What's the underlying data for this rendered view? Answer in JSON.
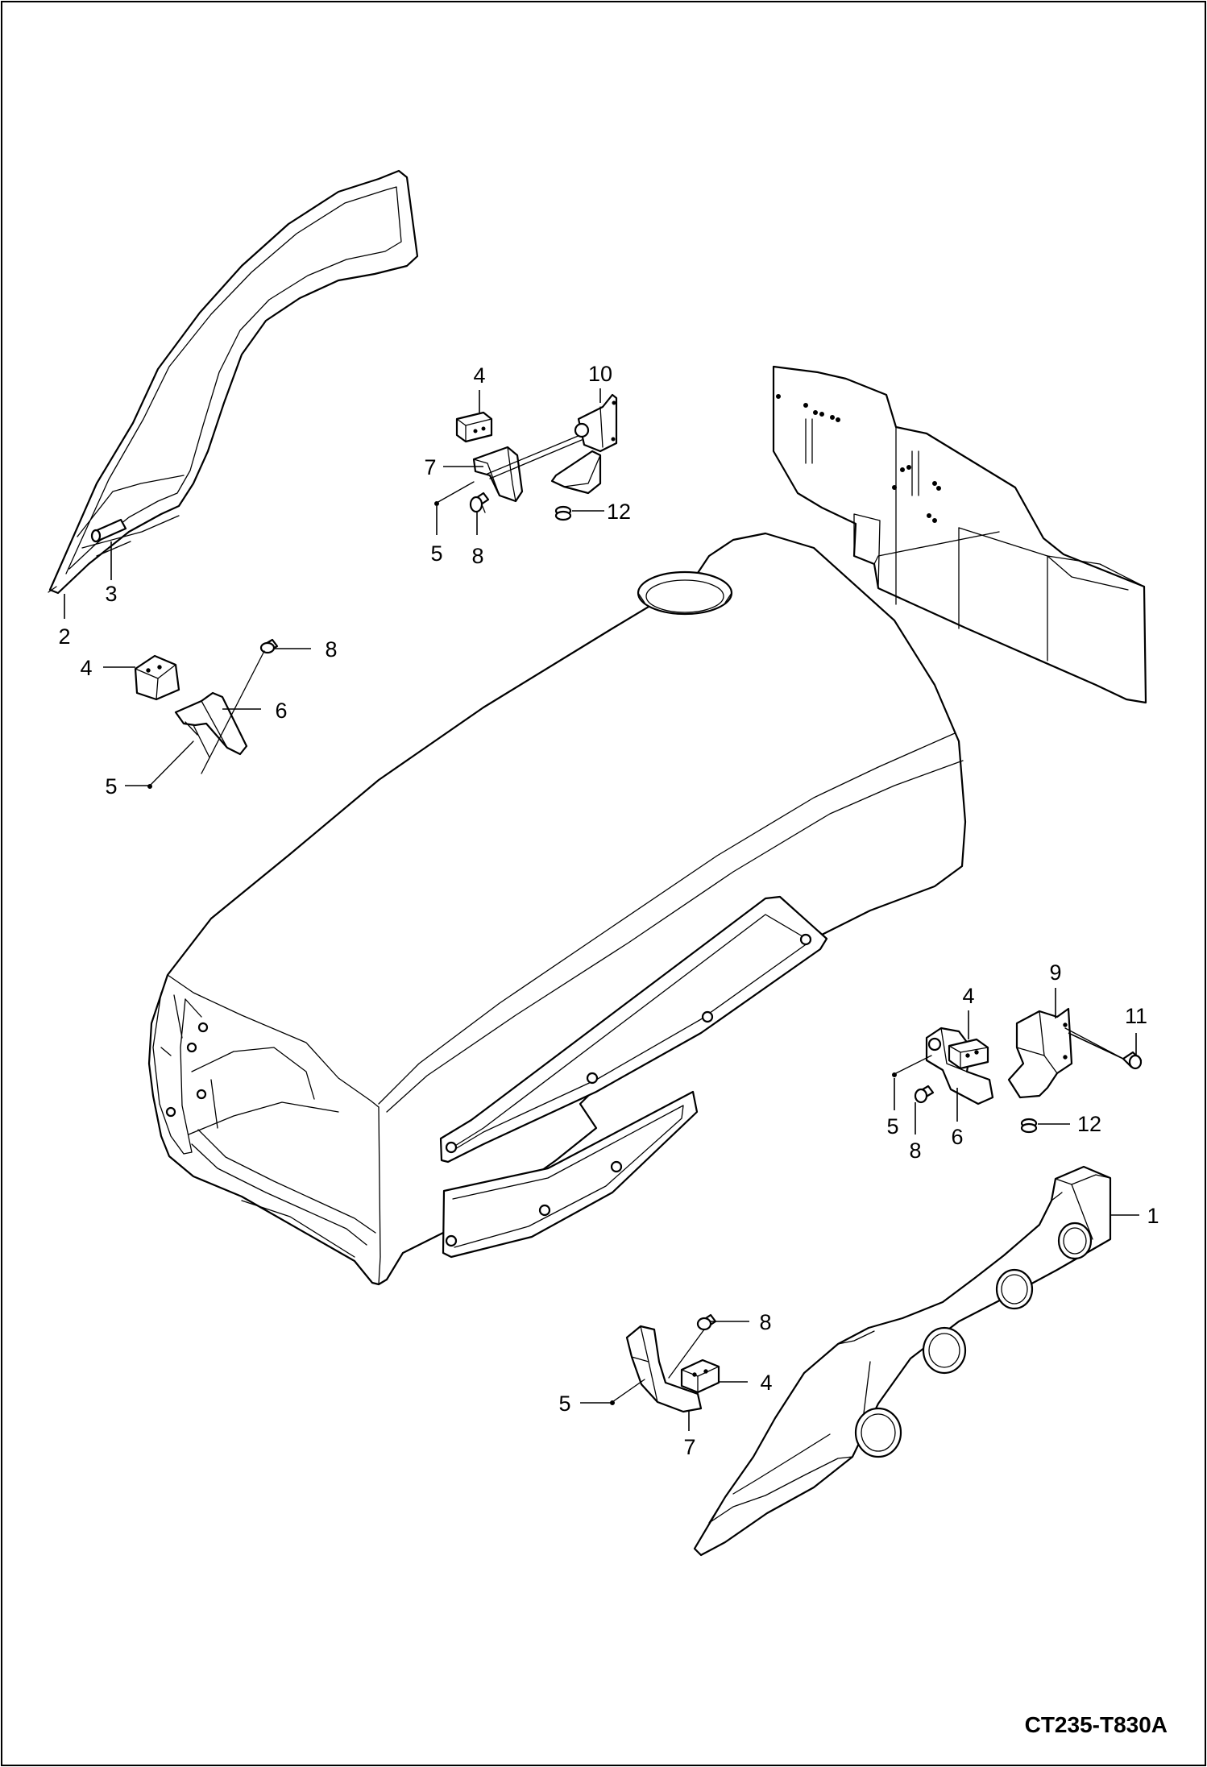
{
  "figure_id": "CT235-T830A",
  "callouts": {
    "c10": "10",
    "c4a": "4",
    "c7a": "7",
    "c12a": "12",
    "c5a": "5",
    "c8a": "8",
    "c3": "3",
    "c2": "2",
    "c8b": "8",
    "c4b": "4",
    "c6a": "6",
    "c5b": "5",
    "c9": "9",
    "c4c": "4",
    "c11": "11",
    "c5c": "5",
    "c8c": "8",
    "c6b": "6",
    "c12b": "12",
    "c1": "1",
    "c8d": "8",
    "c5d": "5",
    "c4d": "4",
    "c7b": "7"
  }
}
